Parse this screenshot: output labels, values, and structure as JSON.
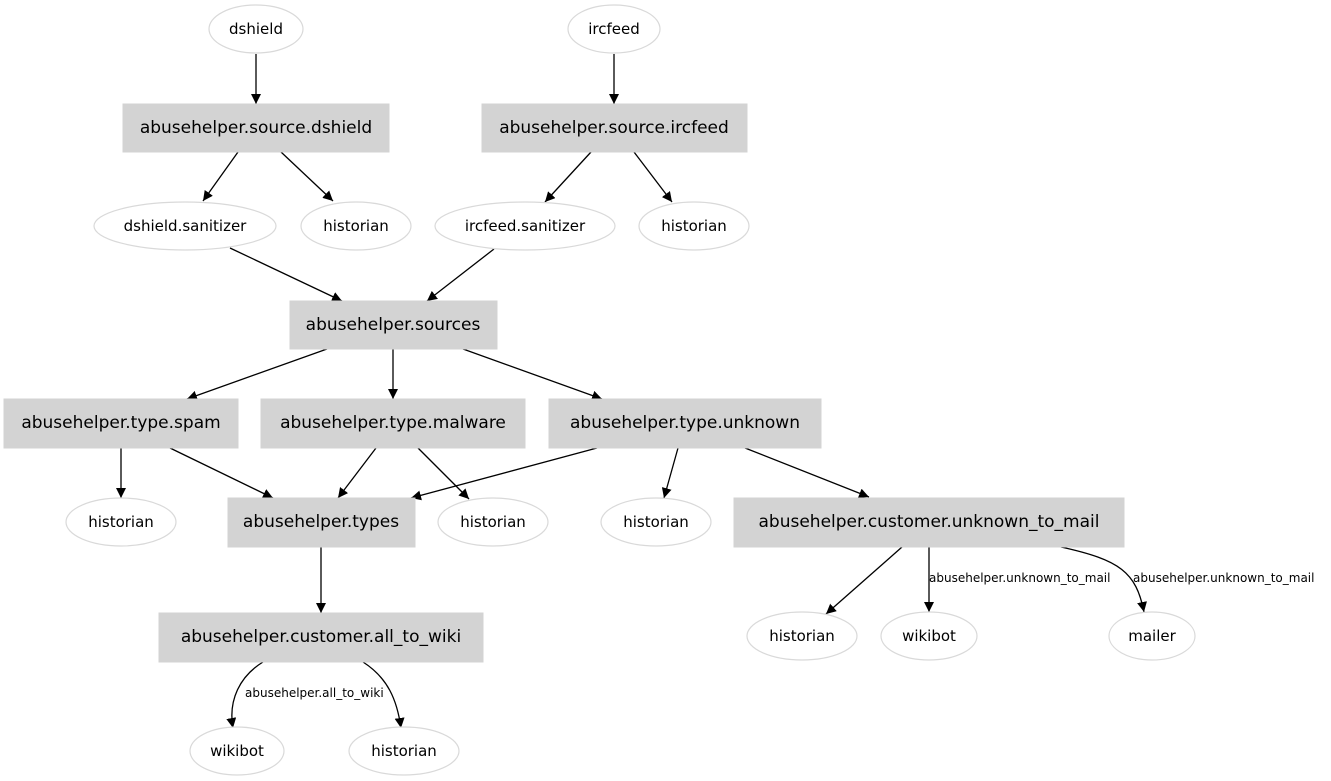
{
  "nodes": {
    "n_dshield": "dshield",
    "n_ircfeed": "ircfeed",
    "n_src_dshield": "abusehelper.source.dshield",
    "n_src_ircfeed": "abusehelper.source.ircfeed",
    "n_dshield_san": "dshield.sanitizer",
    "n_hist1": "historian",
    "n_ircfeed_san": "ircfeed.sanitizer",
    "n_hist2": "historian",
    "n_sources": "abusehelper.sources",
    "n_type_spam": "abusehelper.type.spam",
    "n_type_malware": "abusehelper.type.malware",
    "n_type_unknown": "abusehelper.type.unknown",
    "n_hist3": "historian",
    "n_types": "abusehelper.types",
    "n_hist4": "historian",
    "n_hist5": "historian",
    "n_cust_unknown": "abusehelper.customer.unknown_to_mail",
    "n_cust_wiki": "abusehelper.customer.all_to_wiki",
    "n_hist6": "historian",
    "n_wikibot1": "wikibot",
    "n_mailer": "mailer",
    "n_wikibot2": "wikibot",
    "n_hist7": "historian"
  },
  "edge_labels": {
    "l_unknown_wikibot": "abusehelper.unknown_to_mail",
    "l_unknown_mailer": "abusehelper.unknown_to_mail",
    "l_wiki": "abusehelper.all_to_wiki"
  }
}
